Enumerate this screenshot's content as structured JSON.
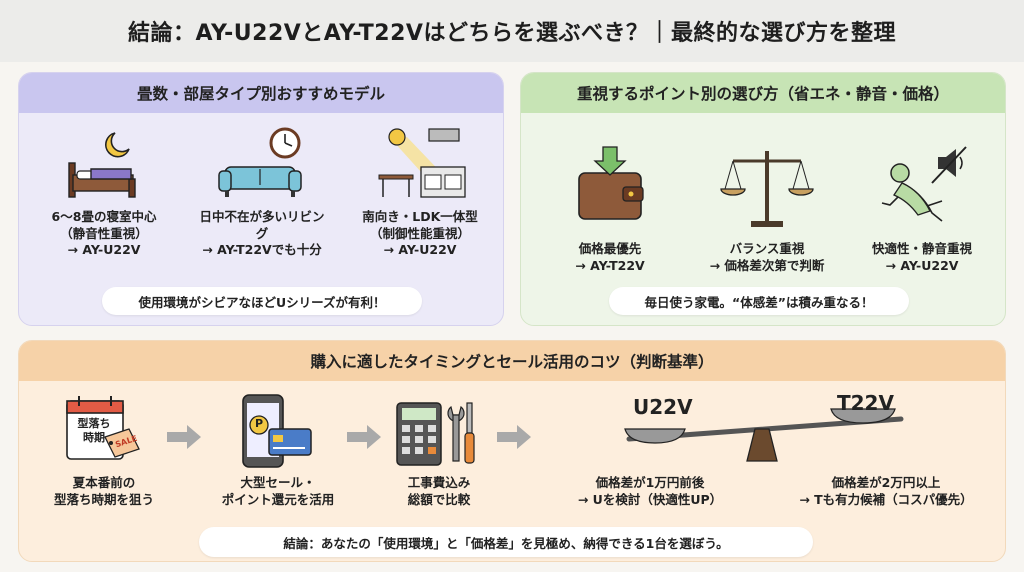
{
  "title": "結論：AY-U22VとAY-T22Vはどちらを選ぶべき？｜最終的な選び方を整理",
  "rooms": {
    "heading": "畳数・部屋タイプ別おすすめモデル",
    "items": [
      {
        "l1": "6〜8畳の寝室中心",
        "l2": "（静音性重視）",
        "l3": "→ AY-U22V"
      },
      {
        "l1": "日中不在が多いリビン",
        "l2": "グ",
        "l3": "→ AY-T22Vでも十分"
      },
      {
        "l1": "南向き・LDK一体型",
        "l2": "（制御性能重視）",
        "l3": "→ AY-U22V"
      }
    ],
    "note": "使用環境がシビアなほどUシリーズが有利！"
  },
  "points": {
    "heading": "重視するポイント別の選び方（省エネ・静音・価格）",
    "items": [
      {
        "l1": "価格最優先",
        "l2": "→ AY-T22V"
      },
      {
        "l1": "バランス重視",
        "l2": "→ 価格差次第で判断"
      },
      {
        "l1": "快適性・静音重視",
        "l2": "→ AY-U22V"
      }
    ],
    "note": "毎日使う家電。“体感差”は積み重なる！"
  },
  "timing": {
    "heading": "購入に適したタイミングとセール活用のコツ（判断基準）",
    "calendar_text_1": "型落ち",
    "calendar_text_2": "時期",
    "sale_tag": "SALE",
    "points_icon": "P",
    "steps": [
      {
        "l1": "夏本番前の",
        "l2": "型落ち時期を狙う"
      },
      {
        "l1": "大型セール・",
        "l2": "ポイント還元を活用"
      },
      {
        "l1": "工事費込み",
        "l2": "総額で比較"
      }
    ],
    "scale_left_label": "U22V",
    "scale_right_label": "T22V",
    "left_case": {
      "l1": "価格差が1万円前後",
      "l2": "→ Uを検討（快適性UP）"
    },
    "right_case": {
      "l1": "価格差が2万円以上",
      "l2": "→ Tも有力候補（コスパ優先）"
    },
    "conclusion": "結論：あなたの「使用環境」と「価格差」を見極め、納得できる1台を選ぼう。"
  },
  "colors": {
    "rooms_bg": "#eceaf8",
    "rooms_head": "#c9c6ef",
    "points_bg": "#eef5e8",
    "points_head": "#c7e4b5",
    "timing_bg": "#fdeedd",
    "timing_head": "#f6d2a8",
    "arrow": "#a9a9a9"
  },
  "icons": [
    "bed-moon-icon",
    "sofa-clock-icon",
    "ldk-sun-icon",
    "wallet-icon",
    "balance-scale-icon",
    "relaxing-mute-icon",
    "calendar-sale-icon",
    "smartphone-card-icon",
    "calculator-tools-icon",
    "seesaw-scale-icon"
  ]
}
